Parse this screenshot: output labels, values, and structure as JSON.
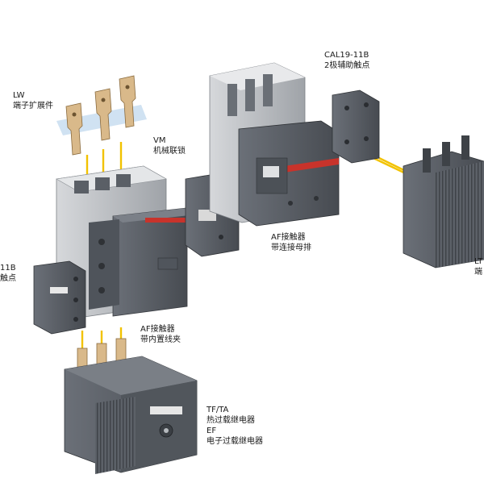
{
  "labels": {
    "lw": {
      "code": "LW",
      "desc": "端子扩展件"
    },
    "vm": {
      "code": "VM",
      "desc": "机械联锁"
    },
    "cal_top": {
      "code": "CAL19-11B",
      "desc": "2极辅助触点"
    },
    "cal_left": {
      "code": "11B",
      "desc": "触点"
    },
    "af_right": {
      "code": "AF接触器",
      "desc": "带连接母排"
    },
    "af_left": {
      "code": "AF接触器",
      "desc": "带内置线夹"
    },
    "lt": {
      "code": "LT",
      "desc": "端"
    },
    "relay": {
      "line1": "TF/TA",
      "line2": "热过载继电器",
      "line3": "EF",
      "line4": "电子过载继电器"
    }
  },
  "colors": {
    "housing_dark": "#5a5f66",
    "housing_mid": "#80858c",
    "housing_light": "#c9ccd0",
    "red_stripe": "#c8332b",
    "connector_line": "#f2c200",
    "copper": "#d9b98a"
  }
}
